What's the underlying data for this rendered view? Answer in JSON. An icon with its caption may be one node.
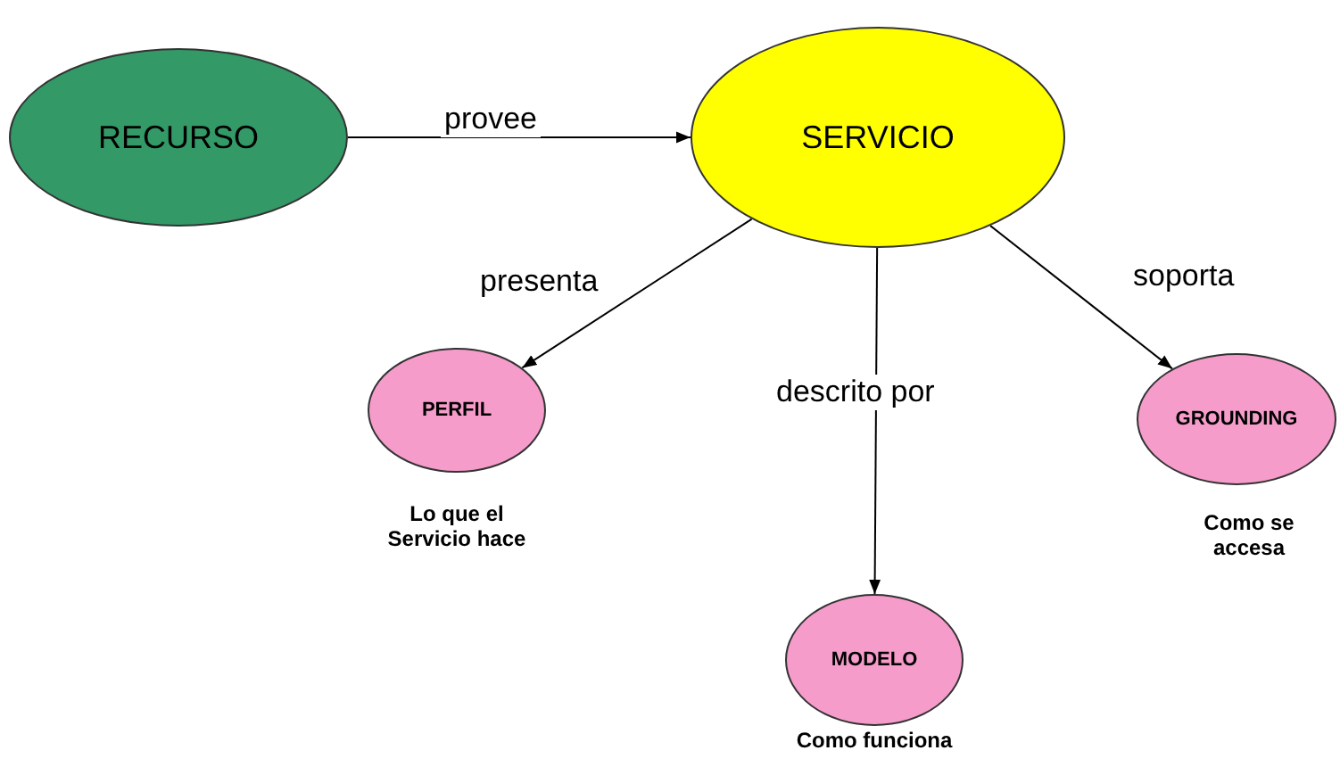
{
  "diagram": {
    "nodes": [
      {
        "text": [
          "RECURSO"
        ]
      },
      {
        "text": [
          "SERVICIO"
        ]
      },
      {
        "text": [
          "PERFIL"
        ],
        "beside": [
          "Lo que el Servicio hace"
        ]
      },
      {
        "text": [
          "MODELO"
        ],
        "beside": [
          "Como funciona"
        ]
      },
      {
        "text": [
          "GROUNDING"
        ],
        "beside": [
          "Como se accesa"
        ]
      }
    ],
    "edges": [
      {
        "from": 0,
        "to": 1,
        "arrow": "to",
        "label": "provee"
      },
      {
        "from": 1,
        "to": 2,
        "arrow": "to",
        "label": "presenta"
      },
      {
        "from": 1,
        "to": 3,
        "arrow": "to",
        "label": "descrito por"
      },
      {
        "from": 1,
        "to": 4,
        "arrow": "to",
        "label": "soporta"
      }
    ]
  }
}
